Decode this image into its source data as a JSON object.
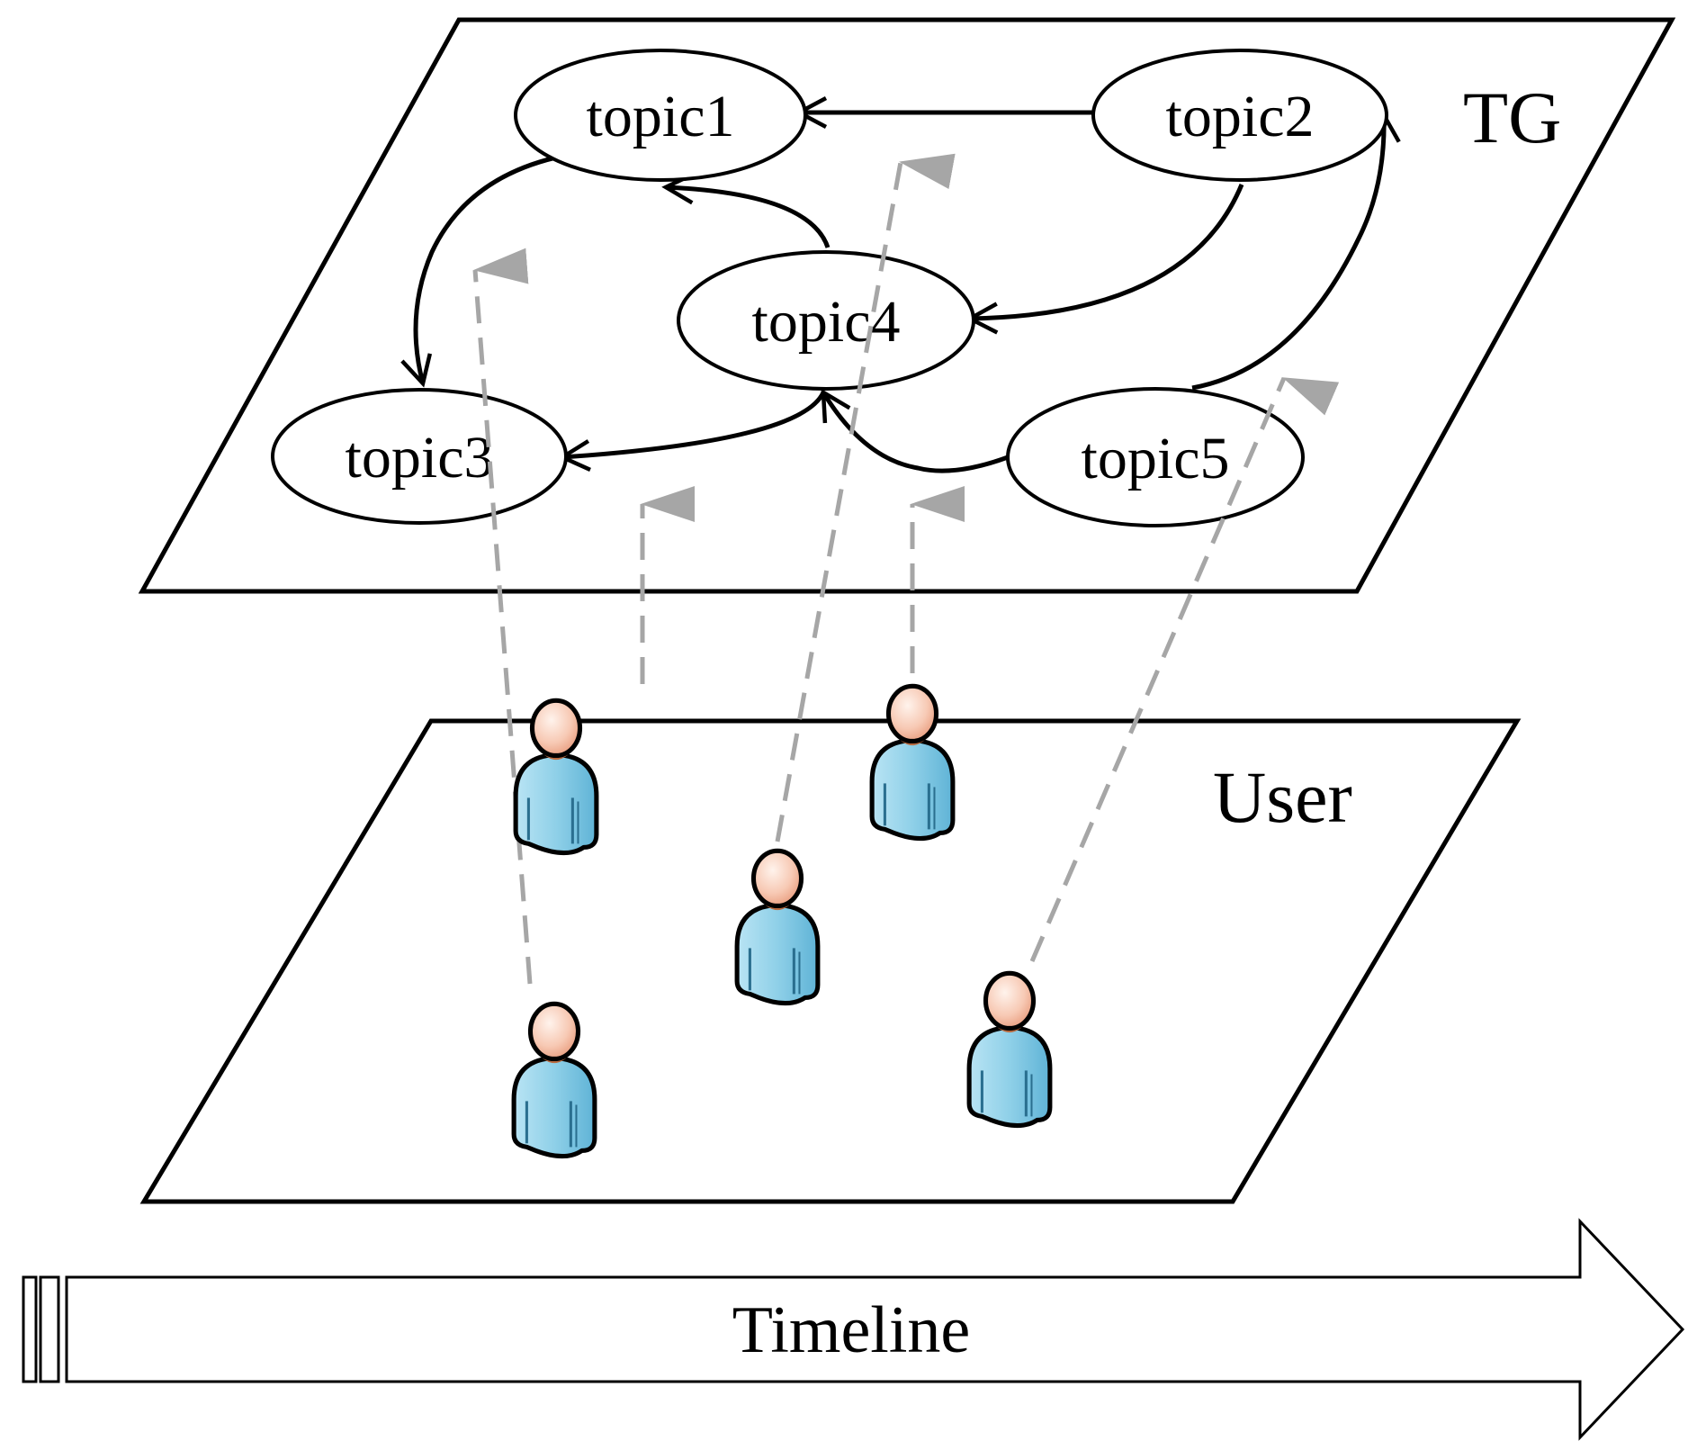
{
  "planes": {
    "topic_graph": {
      "label": "TG"
    },
    "users": {
      "label": "User"
    }
  },
  "topics": [
    {
      "id": "topic1",
      "label": "topic1"
    },
    {
      "id": "topic2",
      "label": "topic2"
    },
    {
      "id": "topic3",
      "label": "topic3"
    },
    {
      "id": "topic4",
      "label": "topic4"
    },
    {
      "id": "topic5",
      "label": "topic5"
    }
  ],
  "topic_edges": [
    {
      "from": "topic2",
      "to": "topic1"
    },
    {
      "from": "topic4",
      "to": "topic1"
    },
    {
      "from": "topic1",
      "to": "topic3"
    },
    {
      "from": "topic2",
      "to": "topic4"
    },
    {
      "from": "topic4",
      "to": "topic3"
    },
    {
      "from": "topic5",
      "to": "topic4"
    },
    {
      "from": "topic5",
      "to": "topic2"
    }
  ],
  "users": [
    {
      "id": "user1",
      "icon": "person-icon"
    },
    {
      "id": "user2",
      "icon": "person-icon"
    },
    {
      "id": "user3",
      "icon": "person-icon"
    },
    {
      "id": "user4",
      "icon": "person-icon"
    },
    {
      "id": "user5",
      "icon": "person-icon"
    }
  ],
  "timeline": {
    "label": "Timeline"
  },
  "colors": {
    "stroke": "#000000",
    "mapping_arrow": "#a6a6a6",
    "user_shirt": "#8fd0e8",
    "user_face": "#f7c9b4"
  }
}
